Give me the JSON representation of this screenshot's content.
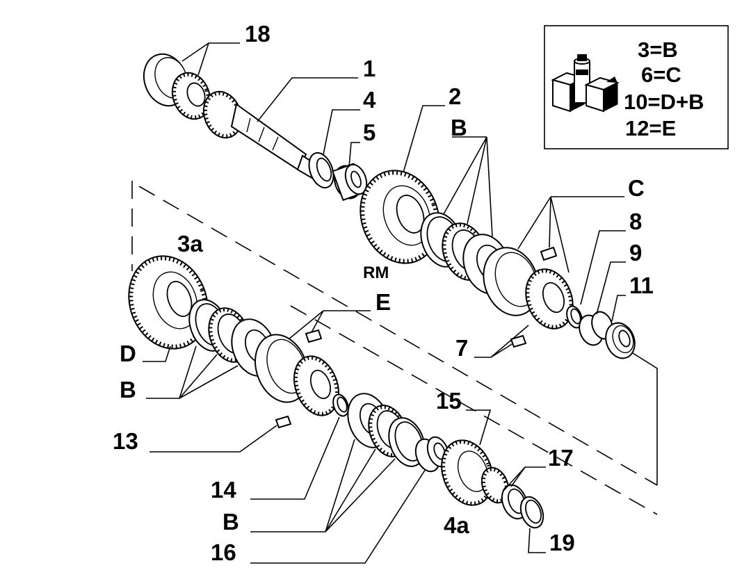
{
  "labels": {
    "p1": "1",
    "p2": "2",
    "p3a": "3a",
    "p4": "4",
    "p4a": "4a",
    "p5": "5",
    "p7": "7",
    "p8": "8",
    "p9": "9",
    "p11": "11",
    "p13": "13",
    "p14": "14",
    "p15": "15",
    "p16": "16",
    "p17": "17",
    "p18": "18",
    "p19": "19",
    "rm": "RM",
    "b_top": "B",
    "b_left": "B",
    "b_bottom": "B",
    "c": "C",
    "d": "D",
    "e": "E"
  },
  "key_box": {
    "lines": [
      "3=B",
      "6=C",
      "10=D+B",
      "12=E"
    ],
    "icon": "lubricant-kit-icon"
  }
}
